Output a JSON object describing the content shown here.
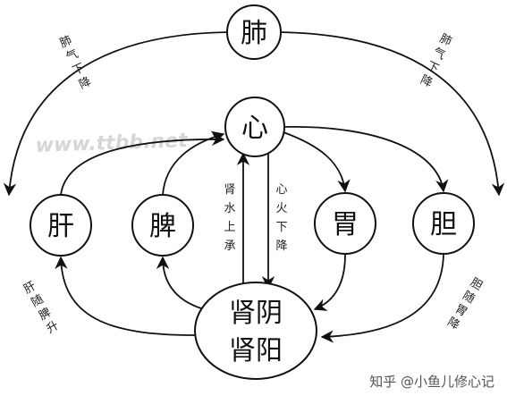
{
  "nodes": {
    "lung": "肺",
    "heart": "心",
    "liver": "肝",
    "spleen": "脾",
    "stomach": "胃",
    "gallbladder": "胆",
    "kidney_yin": "肾阴",
    "kidney_yang": "肾阳"
  },
  "labels": {
    "lung_qi_descend_left": "肺气下降",
    "lung_qi_descend_right": "肺气下降",
    "kidney_water_rise": "肾水上承",
    "heart_fire_descend": "心火下降",
    "liver_follow_rise": "肝随脾升",
    "gallbladder_follow_descend": "胆随胃降"
  },
  "watermark": "www.ttbb.net",
  "attribution": "知乎 @小鱼儿修心记"
}
